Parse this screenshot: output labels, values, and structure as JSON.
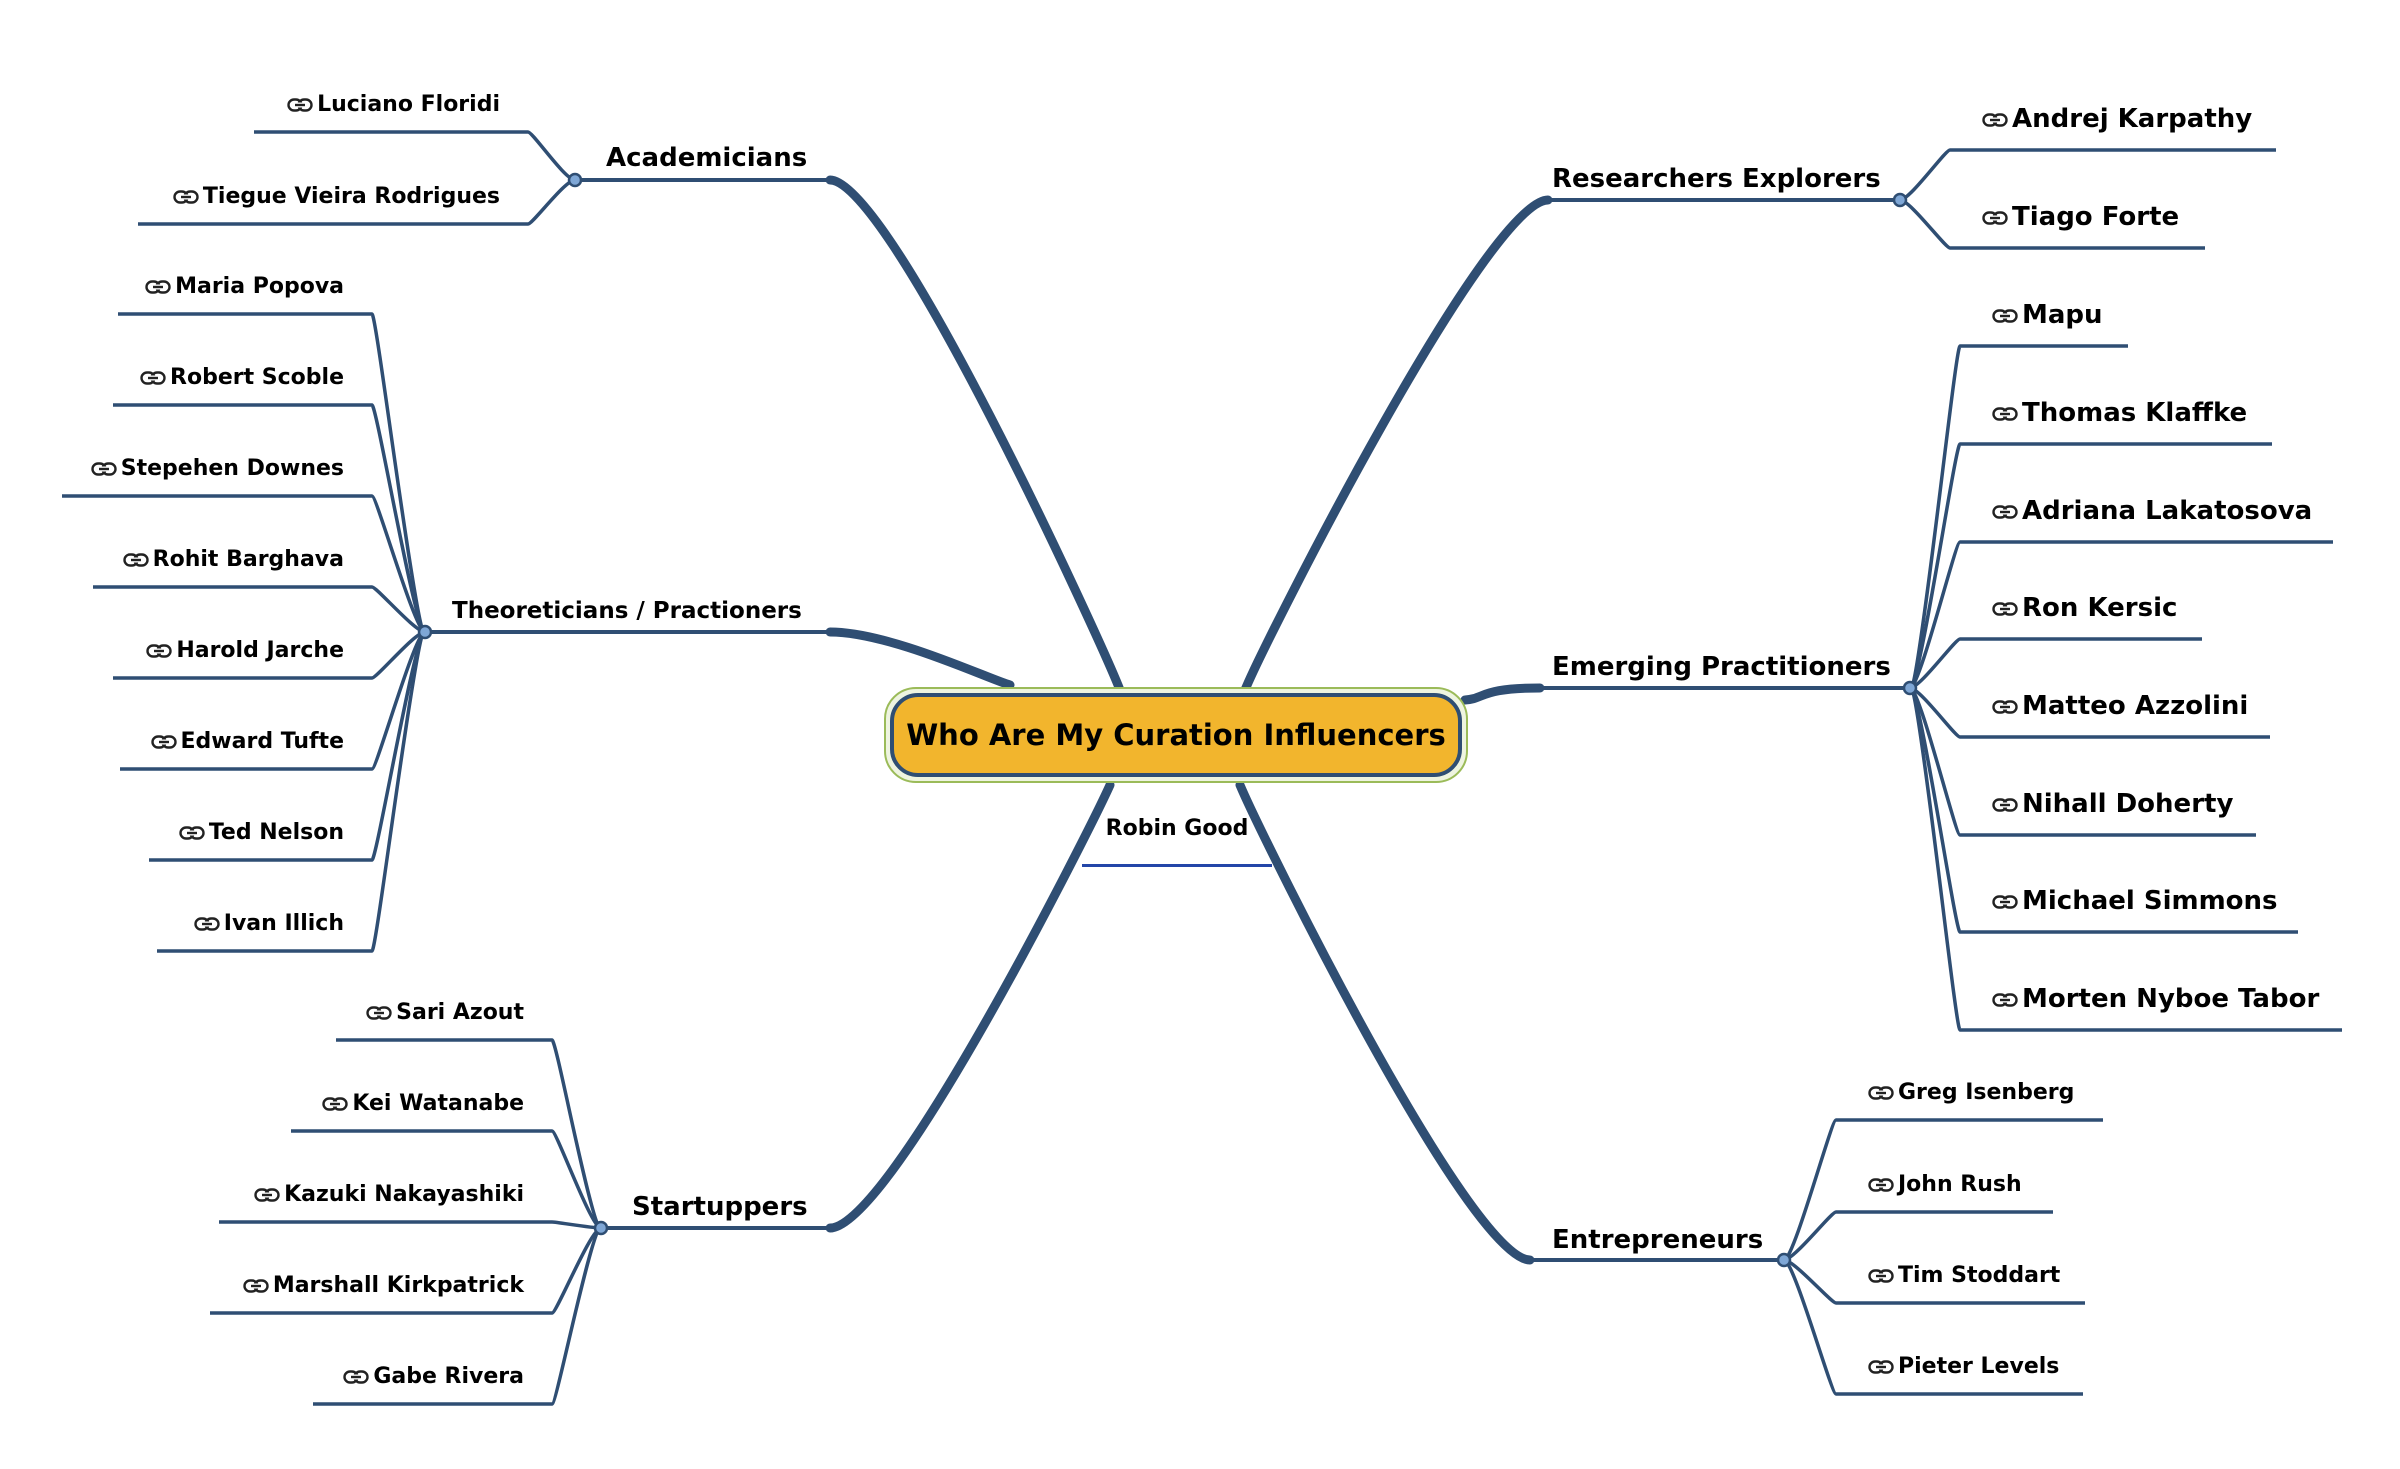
{
  "root": {
    "title": "Who Are My Curation Influencers",
    "author": "Robin Good"
  },
  "colors": {
    "line": "#2f4e73",
    "root_fill": "#f2b52d",
    "root_outer": "#9bbb59",
    "author_line": "#2346a8"
  },
  "branches": {
    "academicians": {
      "label": "Academicians",
      "items": [
        "Luciano Floridi",
        "Tiegue Vieira Rodrigues"
      ]
    },
    "theoreticians": {
      "label": "Theoreticians / Practioners",
      "items": [
        "Maria Popova",
        "Robert Scoble",
        "Stepehen Downes",
        "Rohit Barghava",
        "Harold Jarche",
        "Edward Tufte",
        "Ted Nelson",
        "Ivan Illich"
      ]
    },
    "startuppers": {
      "label": "Startuppers",
      "items": [
        "Sari Azout",
        "Kei Watanabe",
        "Kazuki Nakayashiki",
        "Marshall Kirkpatrick",
        "Gabe Rivera"
      ]
    },
    "researchers": {
      "label": "Researchers Explorers",
      "items": [
        "Andrej Karpathy",
        "Tiago Forte"
      ]
    },
    "emerging": {
      "label": "Emerging Practitioners",
      "items": [
        "Mapu",
        "Thomas Klaffke",
        "Adriana Lakatosova",
        "Ron Kersic",
        "Matteo Azzolini",
        "Nihall Doherty",
        "Michael Simmons",
        "Morten Nyboe Tabor"
      ]
    },
    "entrepreneurs": {
      "label": "Entrepreneurs",
      "items": [
        "Greg Isenberg",
        "John Rush",
        "Tim Stoddart",
        "Pieter Levels"
      ]
    }
  }
}
